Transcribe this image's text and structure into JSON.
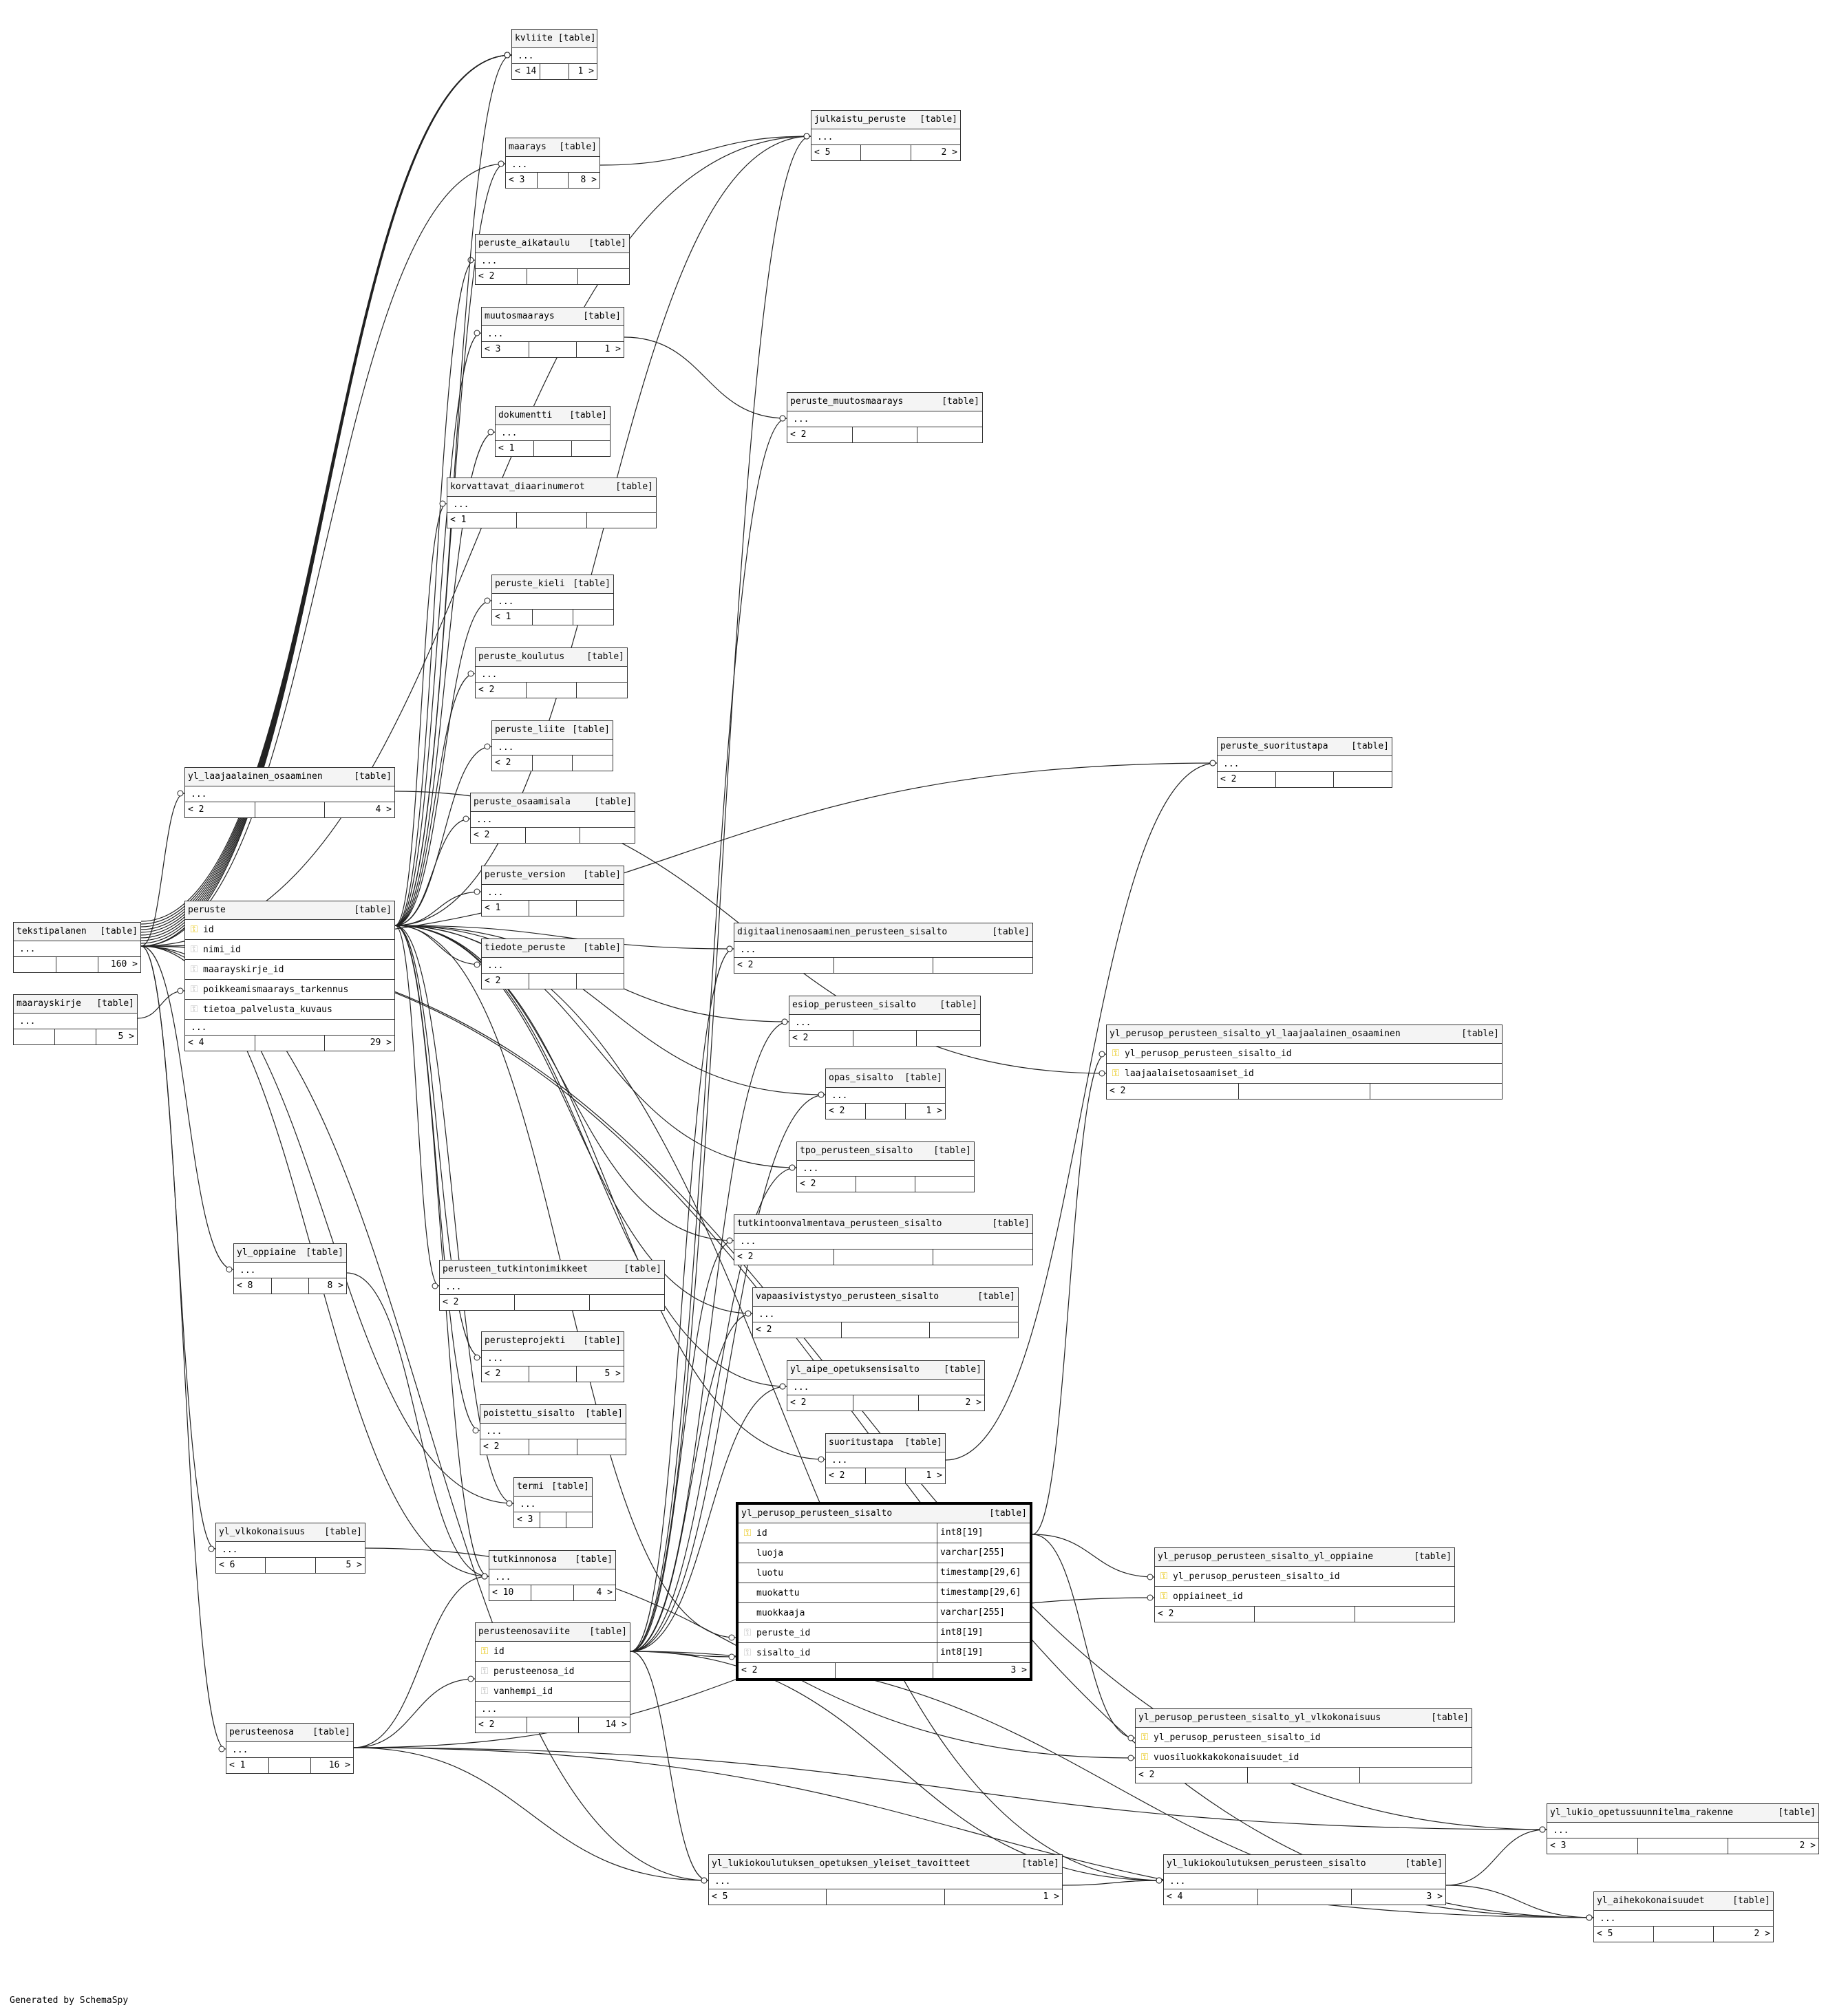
{
  "credit": "Generated by SchemaSpy",
  "tag": "[table]",
  "tables": [
    {
      "id": "kvliite",
      "name": "kvliite",
      "extra": "...",
      "parents": "< 14",
      "children": "1 >"
    },
    {
      "id": "julkaistu_peruste",
      "name": "julkaistu_peruste",
      "extra": "...",
      "parents": "< 5",
      "children": "2 >"
    },
    {
      "id": "maarays",
      "name": "maarays",
      "extra": "...",
      "parents": "< 3",
      "children": "8 >"
    },
    {
      "id": "peruste_aikataulu",
      "name": "peruste_aikataulu",
      "extra": "...",
      "parents": "< 2",
      "children": ""
    },
    {
      "id": "muutosmaarays",
      "name": "muutosmaarays",
      "extra": "...",
      "parents": "< 3",
      "children": "1 >"
    },
    {
      "id": "peruste_muutosmaarays",
      "name": "peruste_muutosmaarays",
      "extra": "...",
      "parents": "< 2",
      "children": ""
    },
    {
      "id": "dokumentti",
      "name": "dokumentti",
      "extra": "...",
      "parents": "< 1",
      "children": ""
    },
    {
      "id": "korvattavat_diaarinumerot",
      "name": "korvattavat_diaarinumerot",
      "extra": "...",
      "parents": "< 1",
      "children": ""
    },
    {
      "id": "peruste_kieli",
      "name": "peruste_kieli",
      "extra": "...",
      "parents": "< 1",
      "children": ""
    },
    {
      "id": "peruste_koulutus",
      "name": "peruste_koulutus",
      "extra": "...",
      "parents": "< 2",
      "children": ""
    },
    {
      "id": "peruste_liite",
      "name": "peruste_liite",
      "extra": "...",
      "parents": "< 2",
      "children": ""
    },
    {
      "id": "peruste_suoritustapa",
      "name": "peruste_suoritustapa",
      "extra": "...",
      "parents": "< 2",
      "children": ""
    },
    {
      "id": "yl_laajaalainen_osaaminen",
      "name": "yl_laajaalainen_osaaminen",
      "extra": "...",
      "parents": "< 2",
      "children": "4 >"
    },
    {
      "id": "peruste_osaamisala",
      "name": "peruste_osaamisala",
      "extra": "...",
      "parents": "< 2",
      "children": ""
    },
    {
      "id": "peruste_version",
      "name": "peruste_version",
      "extra": "...",
      "parents": "< 1",
      "children": ""
    },
    {
      "id": "tekstipalanen",
      "name": "tekstipalanen",
      "extra": "...",
      "parents": "",
      "children": "160 >"
    },
    {
      "id": "maarayskirje",
      "name": "maarayskirje",
      "extra": "...",
      "parents": "",
      "children": "5 >"
    },
    {
      "id": "tiedote_peruste",
      "name": "tiedote_peruste",
      "extra": "...",
      "parents": "< 2",
      "children": ""
    },
    {
      "id": "digitaalinenosaaminen_perusteen_sisalto",
      "name": "digitaalinenosaaminen_perusteen_sisalto",
      "extra": "...",
      "parents": "< 2",
      "children": ""
    },
    {
      "id": "esiop_perusteen_sisalto",
      "name": "esiop_perusteen_sisalto",
      "extra": "...",
      "parents": "< 2",
      "children": ""
    },
    {
      "id": "opas_sisalto",
      "name": "opas_sisalto",
      "extra": "...",
      "parents": "< 2",
      "children": "1 >"
    },
    {
      "id": "tpo_perusteen_sisalto",
      "name": "tpo_perusteen_sisalto",
      "extra": "...",
      "parents": "< 2",
      "children": ""
    },
    {
      "id": "tutkintoonvalmentava_perusteen_sisalto",
      "name": "tutkintoonvalmentava_perusteen_sisalto",
      "extra": "...",
      "parents": "< 2",
      "children": ""
    },
    {
      "id": "yl_oppiaine",
      "name": "yl_oppiaine",
      "extra": "...",
      "parents": "< 8",
      "children": "8 >"
    },
    {
      "id": "perusteen_tutkintonimikkeet",
      "name": "perusteen_tutkintonimikkeet",
      "extra": "...",
      "parents": "< 2",
      "children": ""
    },
    {
      "id": "vapaasivistystyo_perusteen_sisalto",
      "name": "vapaasivistystyo_perusteen_sisalto",
      "extra": "...",
      "parents": "< 2",
      "children": ""
    },
    {
      "id": "perusteprojekti",
      "name": "perusteprojekti",
      "extra": "...",
      "parents": "< 2",
      "children": "5 >"
    },
    {
      "id": "yl_aipe_opetuksensisalto",
      "name": "yl_aipe_opetuksensisalto",
      "extra": "...",
      "parents": "< 2",
      "children": "2 >"
    },
    {
      "id": "poistettu_sisalto",
      "name": "poistettu_sisalto",
      "extra": "...",
      "parents": "< 2",
      "children": ""
    },
    {
      "id": "suoritustapa",
      "name": "suoritustapa",
      "extra": "...",
      "parents": "< 2",
      "children": "1 >"
    },
    {
      "id": "termi",
      "name": "termi",
      "extra": "...",
      "parents": "< 3",
      "children": ""
    },
    {
      "id": "yl_vlkokonaisuus",
      "name": "yl_vlkokonaisuus",
      "extra": "...",
      "parents": "< 6",
      "children": "5 >"
    },
    {
      "id": "tutkinnonosa",
      "name": "tutkinnonosa",
      "extra": "...",
      "parents": "< 10",
      "children": "4 >"
    },
    {
      "id": "perusteenosa",
      "name": "perusteenosa",
      "extra": "...",
      "parents": "< 1",
      "children": "16 >"
    },
    {
      "id": "yl_lukiokoulutuksen_opetuksen_yleiset_tavoitteet",
      "name": "yl_lukiokoulutuksen_opetuksen_yleiset_tavoitteet",
      "extra": "...",
      "parents": "< 5",
      "children": "1 >"
    },
    {
      "id": "yl_lukiokoulutuksen_perusteen_sisalto",
      "name": "yl_lukiokoulutuksen_perusteen_sisalto",
      "extra": "...",
      "parents": "< 4",
      "children": "3 >"
    },
    {
      "id": "yl_lukio_opetussuunnitelma_rakenne",
      "name": "yl_lukio_opetussuunnitelma_rakenne",
      "extra": "...",
      "parents": "< 3",
      "children": "2 >"
    },
    {
      "id": "yl_aihekokonaisuudet",
      "name": "yl_aihekokonaisuudet",
      "extra": "...",
      "parents": "< 5",
      "children": "2 >"
    }
  ],
  "peruste": {
    "name": "peruste",
    "columns": [
      {
        "icon": "pk",
        "name": "id"
      },
      {
        "icon": "fk",
        "name": "nimi_id"
      },
      {
        "icon": "fk",
        "name": "maarayskirje_id"
      },
      {
        "icon": "fk",
        "name": "poikkeamismaarays_tarkennus"
      },
      {
        "icon": "fk",
        "name": "tietoa_palvelusta_kuvaus"
      }
    ],
    "extra": "...",
    "parents": "< 4",
    "children": "29 >"
  },
  "perusteenosaviite": {
    "name": "perusteenosaviite",
    "columns": [
      {
        "icon": "pk",
        "name": "id"
      },
      {
        "icon": "fk",
        "name": "perusteenosa_id"
      },
      {
        "icon": "fk",
        "name": "vanhempi_id"
      }
    ],
    "extra": "...",
    "parents": "< 2",
    "children": "14 >"
  },
  "focus": {
    "name": "yl_perusop_perusteen_sisalto",
    "columns": [
      {
        "icon": "pk",
        "name": "id",
        "type": "int8[19]"
      },
      {
        "icon": "",
        "name": "luoja",
        "type": "varchar[255]"
      },
      {
        "icon": "",
        "name": "luotu",
        "type": "timestamp[29,6]"
      },
      {
        "icon": "",
        "name": "muokattu",
        "type": "timestamp[29,6]"
      },
      {
        "icon": "",
        "name": "muokkaaja",
        "type": "varchar[255]"
      },
      {
        "icon": "fk",
        "name": "peruste_id",
        "type": "int8[19]"
      },
      {
        "icon": "fk",
        "name": "sisalto_id",
        "type": "int8[19]"
      }
    ],
    "parents": "< 2",
    "children": "3 >"
  },
  "join_tables": [
    {
      "id": "laaja",
      "name": "yl_perusop_perusteen_sisalto_yl_laajaalainen_osaaminen",
      "cols": [
        "yl_perusop_perusteen_sisalto_id",
        "laajaalaisetosaamiset_id"
      ],
      "parents": "< 2"
    },
    {
      "id": "oppiaine",
      "name": "yl_perusop_perusteen_sisalto_yl_oppiaine",
      "cols": [
        "yl_perusop_perusteen_sisalto_id",
        "oppiaineet_id"
      ],
      "parents": "< 2"
    },
    {
      "id": "vlk",
      "name": "yl_perusop_perusteen_sisalto_yl_vlkokonaisuus",
      "cols": [
        "yl_perusop_perusteen_sisalto_id",
        "vuosiluokkakokonaisuudet_id"
      ],
      "parents": "< 2"
    }
  ]
}
